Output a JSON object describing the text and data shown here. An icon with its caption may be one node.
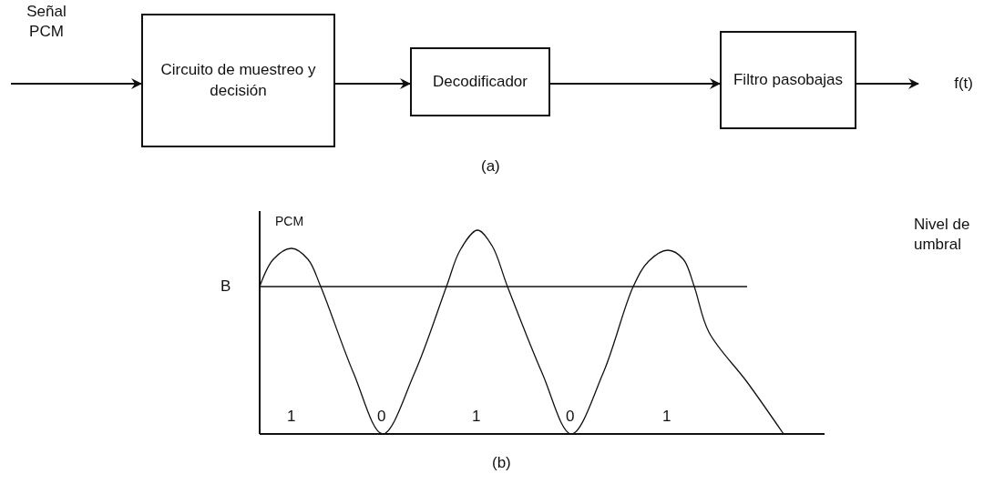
{
  "diagram": {
    "nodes": [
      {
        "text": [
          "Circuito de muestreo y decisión"
        ]
      },
      {
        "text": [
          "Decodificador"
        ]
      },
      {
        "text": [
          "Filtro pasobajas"
        ]
      },
      {
        "text": [
          "f(t)"
        ]
      }
    ],
    "edges": [
      {
        "from": null,
        "to": 0,
        "arrow": "to"
      },
      {
        "from": 0,
        "to": 1,
        "arrow": "to"
      },
      {
        "from": 1,
        "to": 2,
        "arrow": "to"
      },
      {
        "from": 2,
        "to": 3,
        "arrow": "to"
      }
    ],
    "labels": [
      "Señal PCM",
      "(a)",
      "PCM",
      "Nivel de umbral",
      "B",
      "1",
      "0",
      "1",
      "0",
      "1",
      "(b)"
    ]
  }
}
